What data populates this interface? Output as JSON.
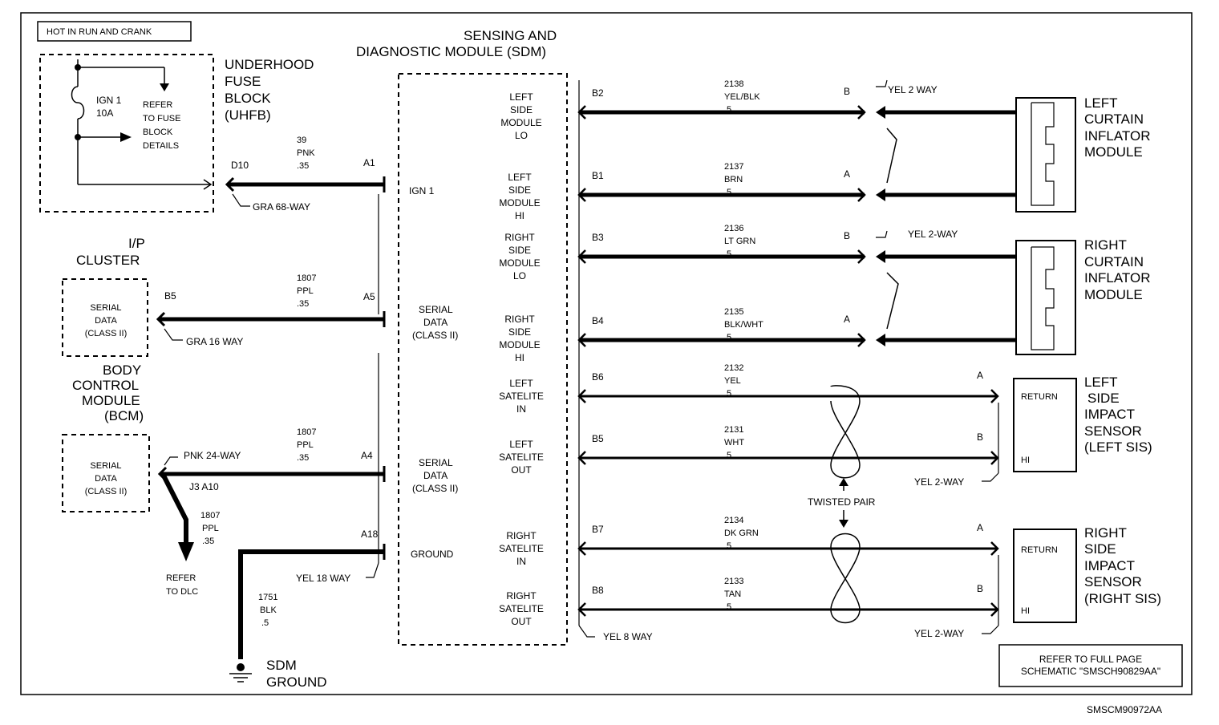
{
  "hot_label": "HOT IN RUN AND CRANK",
  "uhfb": {
    "title": [
      "UNDERHOOD",
      "FUSE",
      "BLOCK",
      "(UHFB)"
    ],
    "fuse_name": "IGN 1",
    "fuse_amps": "10A",
    "refer": [
      "REFER",
      "TO FUSE",
      "BLOCK",
      "DETAILS"
    ],
    "pin": "D10",
    "connector": "GRA 68-WAY"
  },
  "sdm": {
    "title": [
      "SENSING AND",
      "DIAGNOSTIC MODULE (SDM)"
    ],
    "left_labels": [
      "IGN 1",
      "SERIAL",
      "DATA",
      "(CLASS II)",
      "SERIAL",
      "DATA",
      "(CLASS II)",
      "GROUND"
    ],
    "right_labels": [
      [
        "LEFT",
        "SIDE",
        "MODULE",
        "LO"
      ],
      [
        "LEFT",
        "SIDE",
        "MODULE",
        "HI"
      ],
      [
        "RIGHT",
        "SIDE",
        "MODULE",
        "LO"
      ],
      [
        "RIGHT",
        "SIDE",
        "MODULE",
        "HI"
      ],
      [
        "LEFT",
        "SATELITE",
        "IN"
      ],
      [
        "LEFT",
        "SATELITE",
        "OUT"
      ],
      [
        "RIGHT",
        "SATELITE",
        "IN"
      ],
      [
        "RIGHT",
        "SATELITE",
        "OUT"
      ]
    ],
    "left_pins": [
      "A1",
      "A5",
      "A4",
      "A18"
    ],
    "connector_18": "YEL 18 WAY",
    "connector_8": "YEL 8 WAY"
  },
  "ipc": {
    "title": [
      "I/P",
      "CLUSTER"
    ],
    "box": [
      "SERIAL",
      "DATA",
      "(CLASS II)"
    ],
    "pin": "B5",
    "connector": "GRA 16 WAY"
  },
  "bcm": {
    "title": [
      "BODY",
      "CONTROL",
      "MODULE",
      "(BCM)"
    ],
    "box": [
      "SERIAL",
      "DATA",
      "(CLASS II)"
    ],
    "connector": "PNK 24-WAY",
    "splice": "J3 A10",
    "wire_down": [
      "1807",
      "PPL",
      ".35"
    ],
    "refer": [
      "REFER",
      "TO DLC"
    ]
  },
  "left_wires": [
    [
      "39",
      "PNK",
      ".35"
    ],
    [
      "1807",
      "PPL",
      ".35"
    ],
    [
      "1807",
      "PPL",
      ".35"
    ]
  ],
  "ground_wire": [
    "1751",
    "BLK",
    ".5"
  ],
  "sdm_ground": [
    "SDM",
    "GROUND"
  ],
  "right_wires": [
    {
      "pin": "B2",
      "circuit": "2138",
      "color": "YEL/BLK",
      "size": ".5",
      "term": "B"
    },
    {
      "pin": "B1",
      "circuit": "2137",
      "color": "BRN",
      "size": ".5",
      "term": "A"
    },
    {
      "pin": "B3",
      "circuit": "2136",
      "color": "LT GRN",
      "size": ".5",
      "term": "B"
    },
    {
      "pin": "B4",
      "circuit": "2135",
      "color": "BLK/WHT",
      "size": ".5",
      "term": "A"
    },
    {
      "pin": "B6",
      "circuit": "2132",
      "color": "YEL",
      "size": ".5",
      "term": "A"
    },
    {
      "pin": "B5",
      "circuit": "2131",
      "color": "WHT",
      "size": ".5",
      "term": "B"
    },
    {
      "pin": "B7",
      "circuit": "2134",
      "color": "DK GRN",
      "size": ".5",
      "term": "A"
    },
    {
      "pin": "B8",
      "circuit": "2133",
      "color": "TAN",
      "size": ".5",
      "term": "B"
    }
  ],
  "connectors_right": [
    "YEL 2 WAY",
    "YEL 2-WAY",
    "YEL 2-WAY",
    "YEL 2-WAY"
  ],
  "twisted_pair": "TWISTED PAIR",
  "modules": [
    [
      "LEFT",
      "CURTAIN",
      "INFLATOR",
      "MODULE"
    ],
    [
      "RIGHT",
      "CURTAIN",
      "INFLATOR",
      "MODULE"
    ],
    [
      "LEFT",
      "SIDE",
      "IMPACT",
      "SENSOR",
      "(LEFT SIS)"
    ],
    [
      "RIGHT",
      "SIDE",
      "IMPACT",
      "SENSOR",
      "(RIGHT SIS)"
    ]
  ],
  "sensor_return": "RETURN",
  "sensor_hi": "HI",
  "refer_full": [
    "REFER TO FULL PAGE",
    "SCHEMATIC \"SMSCH90829AA\""
  ],
  "doc_id": "SMSCM90972AA"
}
